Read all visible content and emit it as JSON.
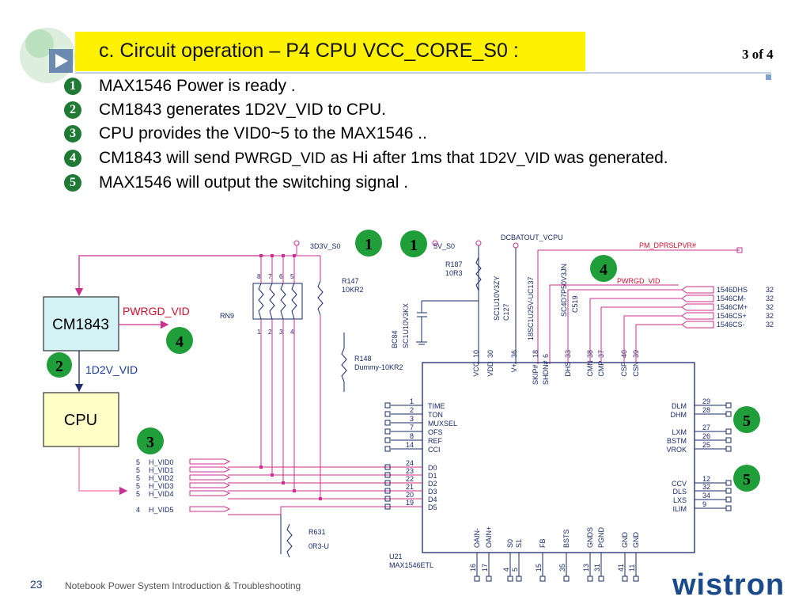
{
  "header": {
    "title": "c. Circuit operation – P4 CPU VCC_CORE_S0 :",
    "page": "3 of 4"
  },
  "steps": [
    {
      "num": "1",
      "text": "MAX1546 Power is ready ."
    },
    {
      "num": "2",
      "text": "CM1843 generates 1D2V_VID to CPU."
    },
    {
      "num": "3",
      "text": "CPU provides the VID0~5 to the MAX1546 .."
    },
    {
      "num": "4",
      "pre": "CM1843 will send ",
      "sig1": "PWRGD_VID",
      "mid": " as Hi after 1ms that ",
      "sig2": "1D2V_VID",
      "post": " was generated."
    },
    {
      "num": "5",
      "text": "MAX1546 will output the switching signal ."
    }
  ],
  "blocks": {
    "cm1843": "CM1843",
    "cpu": "CPU"
  },
  "signals": {
    "pwrgd_vid": "PWRGD_VID",
    "vid_1d2v": "1D2V_VID",
    "rail_3d3v": "3D3V_S0",
    "rail_5v": "5V_S0",
    "dcbatout": "DCBATOUT_VCPU",
    "pm_dprslpvr": "PM_DPRSLPVR#",
    "pwrgd_vid_small": "PWRGD_VID"
  },
  "components": {
    "rn9": "RN9",
    "r147": "R147",
    "r147_val": "10KR2",
    "r148": "R148",
    "r148_val": "Dummy-10KR2",
    "r187": "R187",
    "r187_val": "10R3",
    "bc84": "BC84",
    "bc84_val": "SC1U10V3KX",
    "c127": "SC1U10V3ZY",
    "c127_ref": "C127",
    "c519": "SC4D7P50V3JN",
    "c519_ref": "C519",
    "c137": "18SC1U25V-UC137",
    "r631": "R631",
    "r631_val": "0R3-U",
    "u21": "U21",
    "u21_val": "MAX1546ETL"
  },
  "cpu_vids": [
    {
      "pin": "5",
      "net": "H_VID0"
    },
    {
      "pin": "5",
      "net": "H_VID1"
    },
    {
      "pin": "5",
      "net": "H_VID2"
    },
    {
      "pin": "5",
      "net": "H_VID3"
    },
    {
      "pin": "5",
      "net": "H_VID4"
    },
    {
      "pin": "4",
      "net": "H_VID5"
    }
  ],
  "ic_left": [
    {
      "pin": "1",
      "name": "TIME"
    },
    {
      "pin": "2",
      "name": "TON"
    },
    {
      "pin": "3",
      "name": "MUXSEL"
    },
    {
      "pin": "7",
      "name": "OFS"
    },
    {
      "pin": "8",
      "name": "REF"
    },
    {
      "pin": "14",
      "name": "CCI"
    },
    {
      "pin": "24",
      "name": "D0"
    },
    {
      "pin": "23",
      "name": "D1"
    },
    {
      "pin": "22",
      "name": "D2"
    },
    {
      "pin": "21",
      "name": "D3"
    },
    {
      "pin": "20",
      "name": "D4"
    },
    {
      "pin": "19",
      "name": "D5"
    }
  ],
  "ic_right": [
    {
      "pin": "29",
      "name": "DLM"
    },
    {
      "pin": "28",
      "name": "DHM"
    },
    {
      "pin": "27",
      "name": "LXM"
    },
    {
      "pin": "26",
      "name": "BSTM"
    },
    {
      "pin": "25",
      "name": "VROK"
    },
    {
      "pin": "12",
      "name": "CCV"
    },
    {
      "pin": "32",
      "name": "DLS"
    },
    {
      "pin": "34",
      "name": "LXS"
    },
    {
      "pin": "9",
      "name": "ILIM"
    }
  ],
  "ic_top": [
    {
      "pin": "10",
      "name": "VCC"
    },
    {
      "pin": "30",
      "name": "VDD"
    },
    {
      "pin": "36",
      "name": "V+"
    },
    {
      "pin": "18",
      "name": "SKIP#"
    },
    {
      "pin": "6",
      "name": "SHDN#"
    },
    {
      "pin": "33",
      "name": "DHS"
    },
    {
      "pin": "38",
      "name": "CMN"
    },
    {
      "pin": "37",
      "name": "CMP"
    },
    {
      "pin": "40",
      "name": "CSP"
    },
    {
      "pin": "39",
      "name": "CSN"
    }
  ],
  "ic_bottom": [
    {
      "pin": "16",
      "name": "OAIN-"
    },
    {
      "pin": "17",
      "name": "OAIN+"
    },
    {
      "pin": "4",
      "name": "S0"
    },
    {
      "pin": "5",
      "name": "S1"
    },
    {
      "pin": "15",
      "name": "FB"
    },
    {
      "pin": "35",
      "name": "BSTS"
    },
    {
      "pin": "13",
      "name": "GNDS"
    },
    {
      "pin": "31",
      "name": "PGND"
    },
    {
      "pin": "41",
      "name": "GND"
    },
    {
      "pin": "11",
      "name": "GND"
    }
  ],
  "out_nets": [
    {
      "pin": "32",
      "net": "1546DHS"
    },
    {
      "pin": "32",
      "net": "1546CM-"
    },
    {
      "pin": "32",
      "net": "1546CM+"
    },
    {
      "pin": "32",
      "net": "1546CS+"
    },
    {
      "pin": "32",
      "net": "1546CS-"
    }
  ],
  "footer": {
    "page_num": "23",
    "text": "Notebook Power System Introduction & Troubleshooting",
    "logo": "wistron"
  },
  "colors": {
    "accent_yellow": "#fff200",
    "badge_green": "#1f9e3a",
    "wire_blue": "#1a2a6a",
    "wire_magenta": "#cc2f8f",
    "pink": "#ff6fa0"
  }
}
